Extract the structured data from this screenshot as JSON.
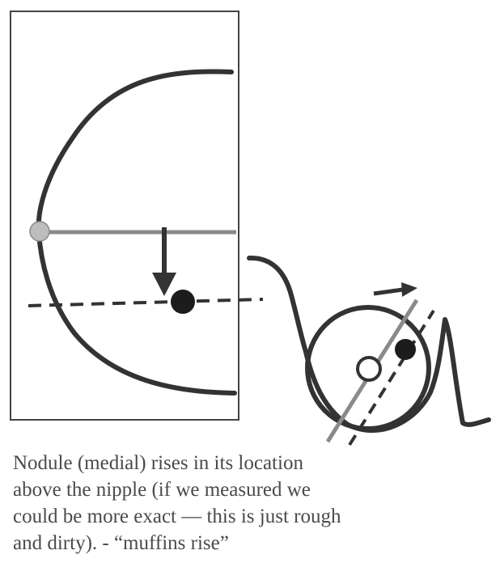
{
  "caption": {
    "lines": [
      "Nodule (medial) rises in its location",
      "above the nipple (if we measured we",
      "could be more exact — this is just rough",
      "and dirty). - “muffins rise”"
    ]
  },
  "colors": {
    "outline": "#333333",
    "frame": "#444444",
    "nipple_fill": "#bdbdbd",
    "nipple_line": "#8a8a8a",
    "nodule": "#1c1c1c",
    "text": "#4a4a4a"
  }
}
